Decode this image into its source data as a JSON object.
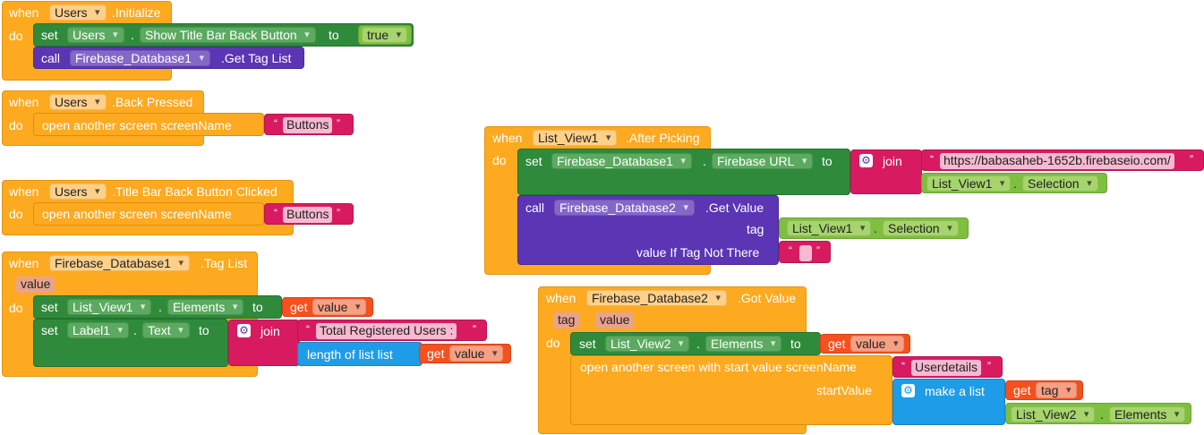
{
  "kw": {
    "when": "when",
    "do": "do",
    "set": "set",
    "to": "to",
    "call": "call",
    "dot": ".",
    "join": "join",
    "get": "get",
    "open_screen": "open another screen  screenName",
    "open_screen_start": "open another screen with start value  screenName",
    "start_value": "startValue",
    "make_list": "make a list",
    "length_of_list": "length of list  list",
    "tag_label": "tag",
    "value_if_not_there": "value If Tag Not There",
    "quote_open": "“",
    "quote_close": "”"
  },
  "b1": {
    "component": "Users",
    "event": ".Initialize",
    "prop": "Show Title Bar Back Button",
    "bool": "true",
    "db": "Firebase_Database1",
    "method": ".Get Tag List"
  },
  "b2": {
    "component": "Users",
    "event": ".Back Pressed",
    "screen": "Buttons"
  },
  "b3": {
    "component": "Users",
    "event": ".Title Bar Back Button Clicked",
    "screen": "Buttons"
  },
  "b4": {
    "component": "Firebase_Database1",
    "event": ".Tag List",
    "param": "value",
    "lv": "List_View1",
    "elements": "Elements",
    "getvar": "value",
    "label": "Label1",
    "text_prop": "Text",
    "str": "Total Registered Users : "
  },
  "b5": {
    "component": "List_View1",
    "event": ".After Picking",
    "db": "Firebase_Database1",
    "prop": "Firebase URL",
    "url": "https://babasaheb-1652b.firebaseio.com/",
    "lv": "List_View1",
    "selection": "Selection",
    "db2": "Firebase_Database2",
    "method": ".Get Value"
  },
  "b6": {
    "component": "Firebase_Database2",
    "event": ".Got Value",
    "param_tag": "tag",
    "param_value": "value",
    "lv": "List_View2",
    "elements": "Elements",
    "getvar": "value",
    "screen": "Userdetails",
    "get_tag": "tag"
  },
  "colors": {
    "event": "#FDAA20",
    "setter": "#2F8B3B",
    "call": "#5B35B3",
    "text": "#D81B60",
    "component": "#7FBF3F",
    "list": "#1E9CE8",
    "variable": "#F4511E"
  }
}
